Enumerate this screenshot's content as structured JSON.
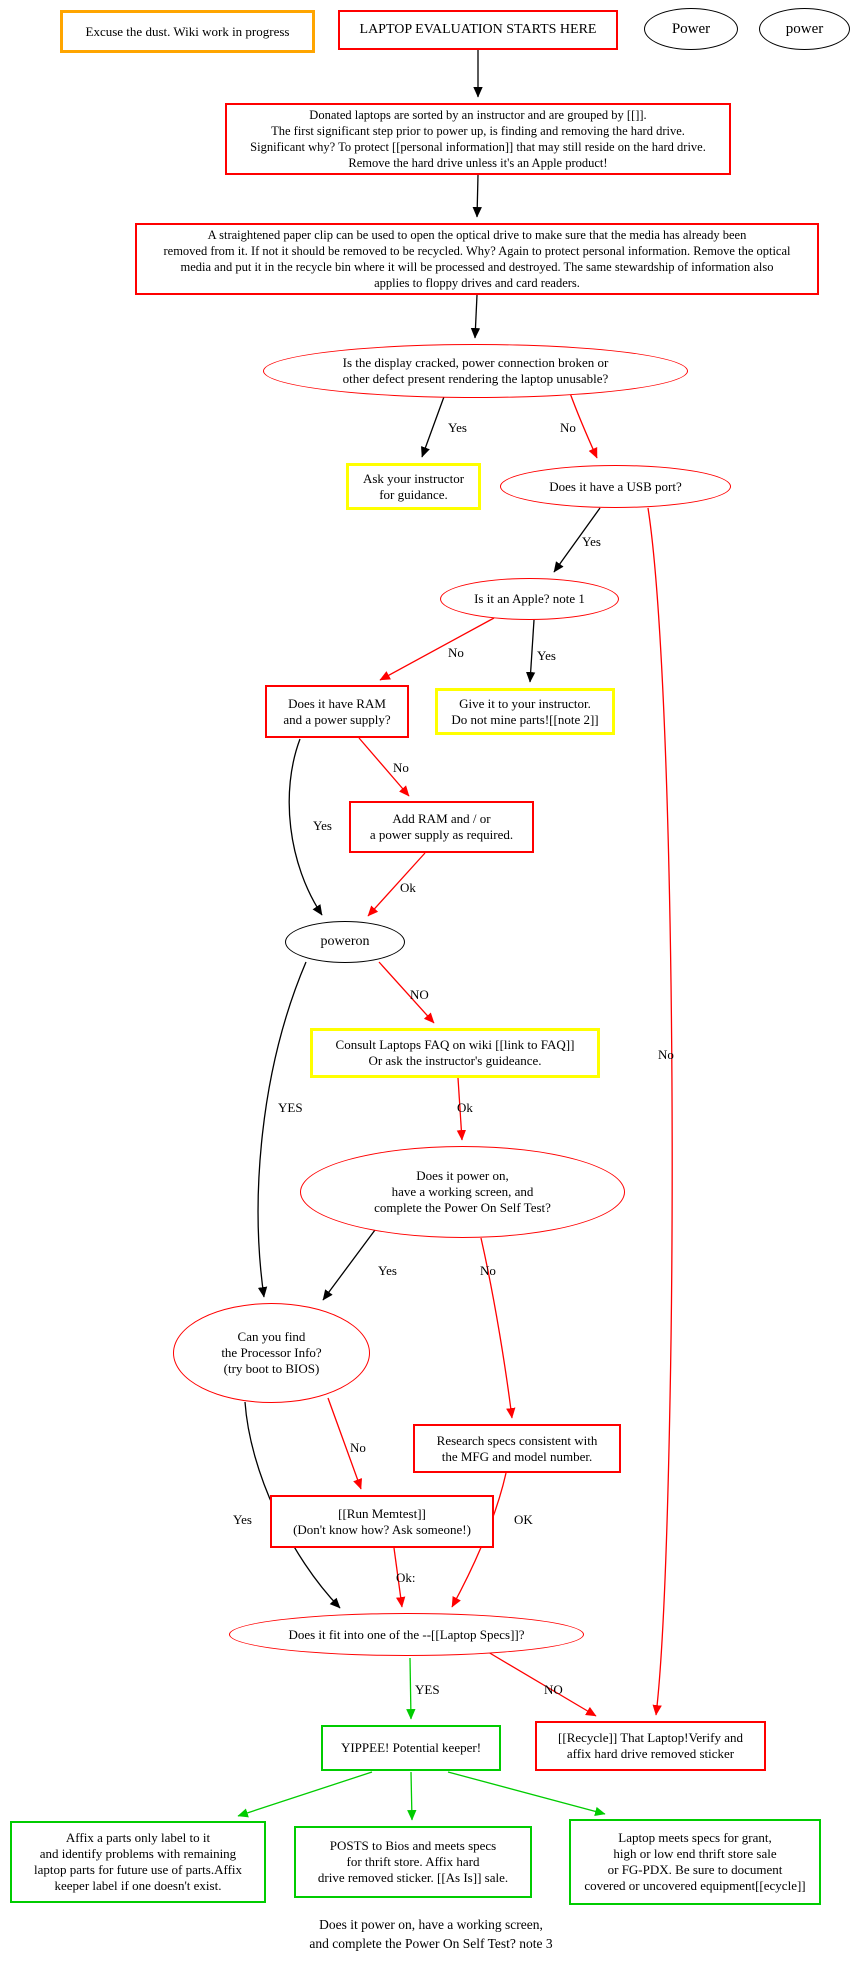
{
  "colors": {
    "red": "#ff0000",
    "yellow": "#ffff00",
    "green": "#00cc00",
    "orange": "#ffa500",
    "black": "#000000"
  },
  "nodes": {
    "banner": {
      "label": "Excuse the dust. Wiki work in progress"
    },
    "start": {
      "label": "LAPTOP EVALUATION STARTS HERE"
    },
    "power_upper": {
      "label": "Power"
    },
    "power_lower": {
      "label": "power"
    },
    "sort": {
      "label": "Donated laptops are sorted by an instructor and are grouped by [[]].\nThe first significant step prior to power up, is finding and removing the hard drive.\nSignificant why? To protect [[personal information]] that may still reside on the hard drive.\nRemove the hard drive unless it's an Apple product!"
    },
    "optical": {
      "label": "A straightened paper clip can be used to open the optical drive to make sure  that the media has already been\nremoved from it. If not it should be removed to be recycled. Why? Again to protect personal information. Remove the optical\nmedia and put it in the recycle bin where it will be processed and destroyed. The same stewardship of information also\napplies to floppy drives and card readers."
    },
    "defect": {
      "label": "Is the display cracked, power connection broken or\nother defect present rendering the laptop unusable?"
    },
    "ask_instructor": {
      "label": "Ask your instructor\nfor guidance."
    },
    "usb": {
      "label": "Does it have a USB port?"
    },
    "apple": {
      "label": "Is it an Apple? note 1"
    },
    "ram": {
      "label": "Does it have RAM\nand a power supply?"
    },
    "give_instructor": {
      "label": "Give it to your instructor.\nDo not mine parts![[note 2]]"
    },
    "add_ram": {
      "label": "Add RAM and / or\na power supply as required."
    },
    "poweron": {
      "label": "poweron"
    },
    "faq": {
      "label": "Consult Laptops FAQ on wiki [[link to FAQ]]\nOr ask the instructor's guideance."
    },
    "post": {
      "label": "Does it power on,\nhave a working screen, and\ncomplete the Power On Self Test?"
    },
    "processor": {
      "label": "Can you find\nthe Processor Info?\n(try boot to BIOS)"
    },
    "research": {
      "label": "Research specs consistent with\nthe MFG and model number."
    },
    "memtest": {
      "label": "[[Run Memtest]]\n(Don't know how?  Ask someone!)"
    },
    "specs": {
      "label": "Does it fit into one of the --[[Laptop Specs]]?"
    },
    "yippee": {
      "label": "YIPPEE! Potential keeper!"
    },
    "recycle": {
      "label": "[[Recycle]] That Laptop!Verify and\naffix hard drive removed sticker"
    },
    "parts": {
      "label": "Affix a parts only label to it\nand identify problems with remaining\nlaptop parts for future use of parts.Affix\nkeeper label if one doesn't exist."
    },
    "thrift": {
      "label": "POSTS to Bios and meets specs\nfor thrift store. Affix hard\ndrive removed sticker. [[As Is]] sale."
    },
    "grant": {
      "label": "Laptop meets specs for grant,\nhigh or low end thrift store sale\nor FG-PDX. Be sure to document\ncovered or uncovered equipment[[ecycle]]"
    },
    "footnote": {
      "label": "Does it power on, have a working screen,\nand complete the Power On Self Test? note 3"
    }
  },
  "edges": {
    "defect_yes": "Yes",
    "defect_no": "No",
    "usb_yes": "Yes",
    "usb_no": "No",
    "apple_no": "No",
    "apple_yes": "Yes",
    "ram_no": "No",
    "ram_yes": "Yes",
    "addram_ok": "Ok",
    "poweron_no": "NO",
    "faq_ok": "Ok",
    "poweron_yes": "YES",
    "post_yes": "Yes",
    "post_no": "No",
    "processor_no": "No",
    "processor_yes": "Yes",
    "memtest_ok": "Ok:",
    "research_ok": "OK",
    "specs_yes": "YES",
    "specs_no": "NO"
  }
}
